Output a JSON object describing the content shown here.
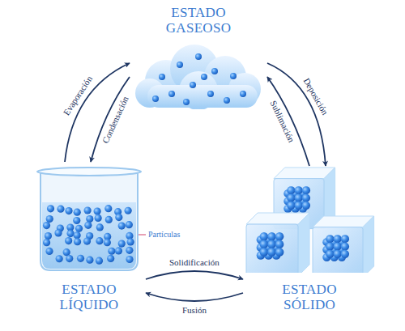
{
  "diagram": {
    "nodes": [
      {
        "text": [
          "ESTADO GASEOSO"
        ]
      },
      {
        "text": [
          "ESTADO LÍQUIDO"
        ]
      },
      {
        "text": [
          "ESTADO SÓLIDO"
        ]
      }
    ],
    "edges": [
      {
        "from": 1,
        "to": 0,
        "label": "Evaporación",
        "arrow": "to"
      },
      {
        "from": 0,
        "to": 1,
        "label": "Condensación",
        "arrow": "to"
      },
      {
        "from": 0,
        "to": 2,
        "label": "Deposición",
        "arrow": "to"
      },
      {
        "from": 2,
        "to": 0,
        "label": "Sublimación",
        "arrow": "to"
      },
      {
        "from": 1,
        "to": 2,
        "label": "Solidificación",
        "arrow": "to"
      },
      {
        "from": 2,
        "to": 1,
        "label": "Fusión",
        "arrow": "to"
      }
    ],
    "labels": [
      "Partículas"
    ]
  }
}
